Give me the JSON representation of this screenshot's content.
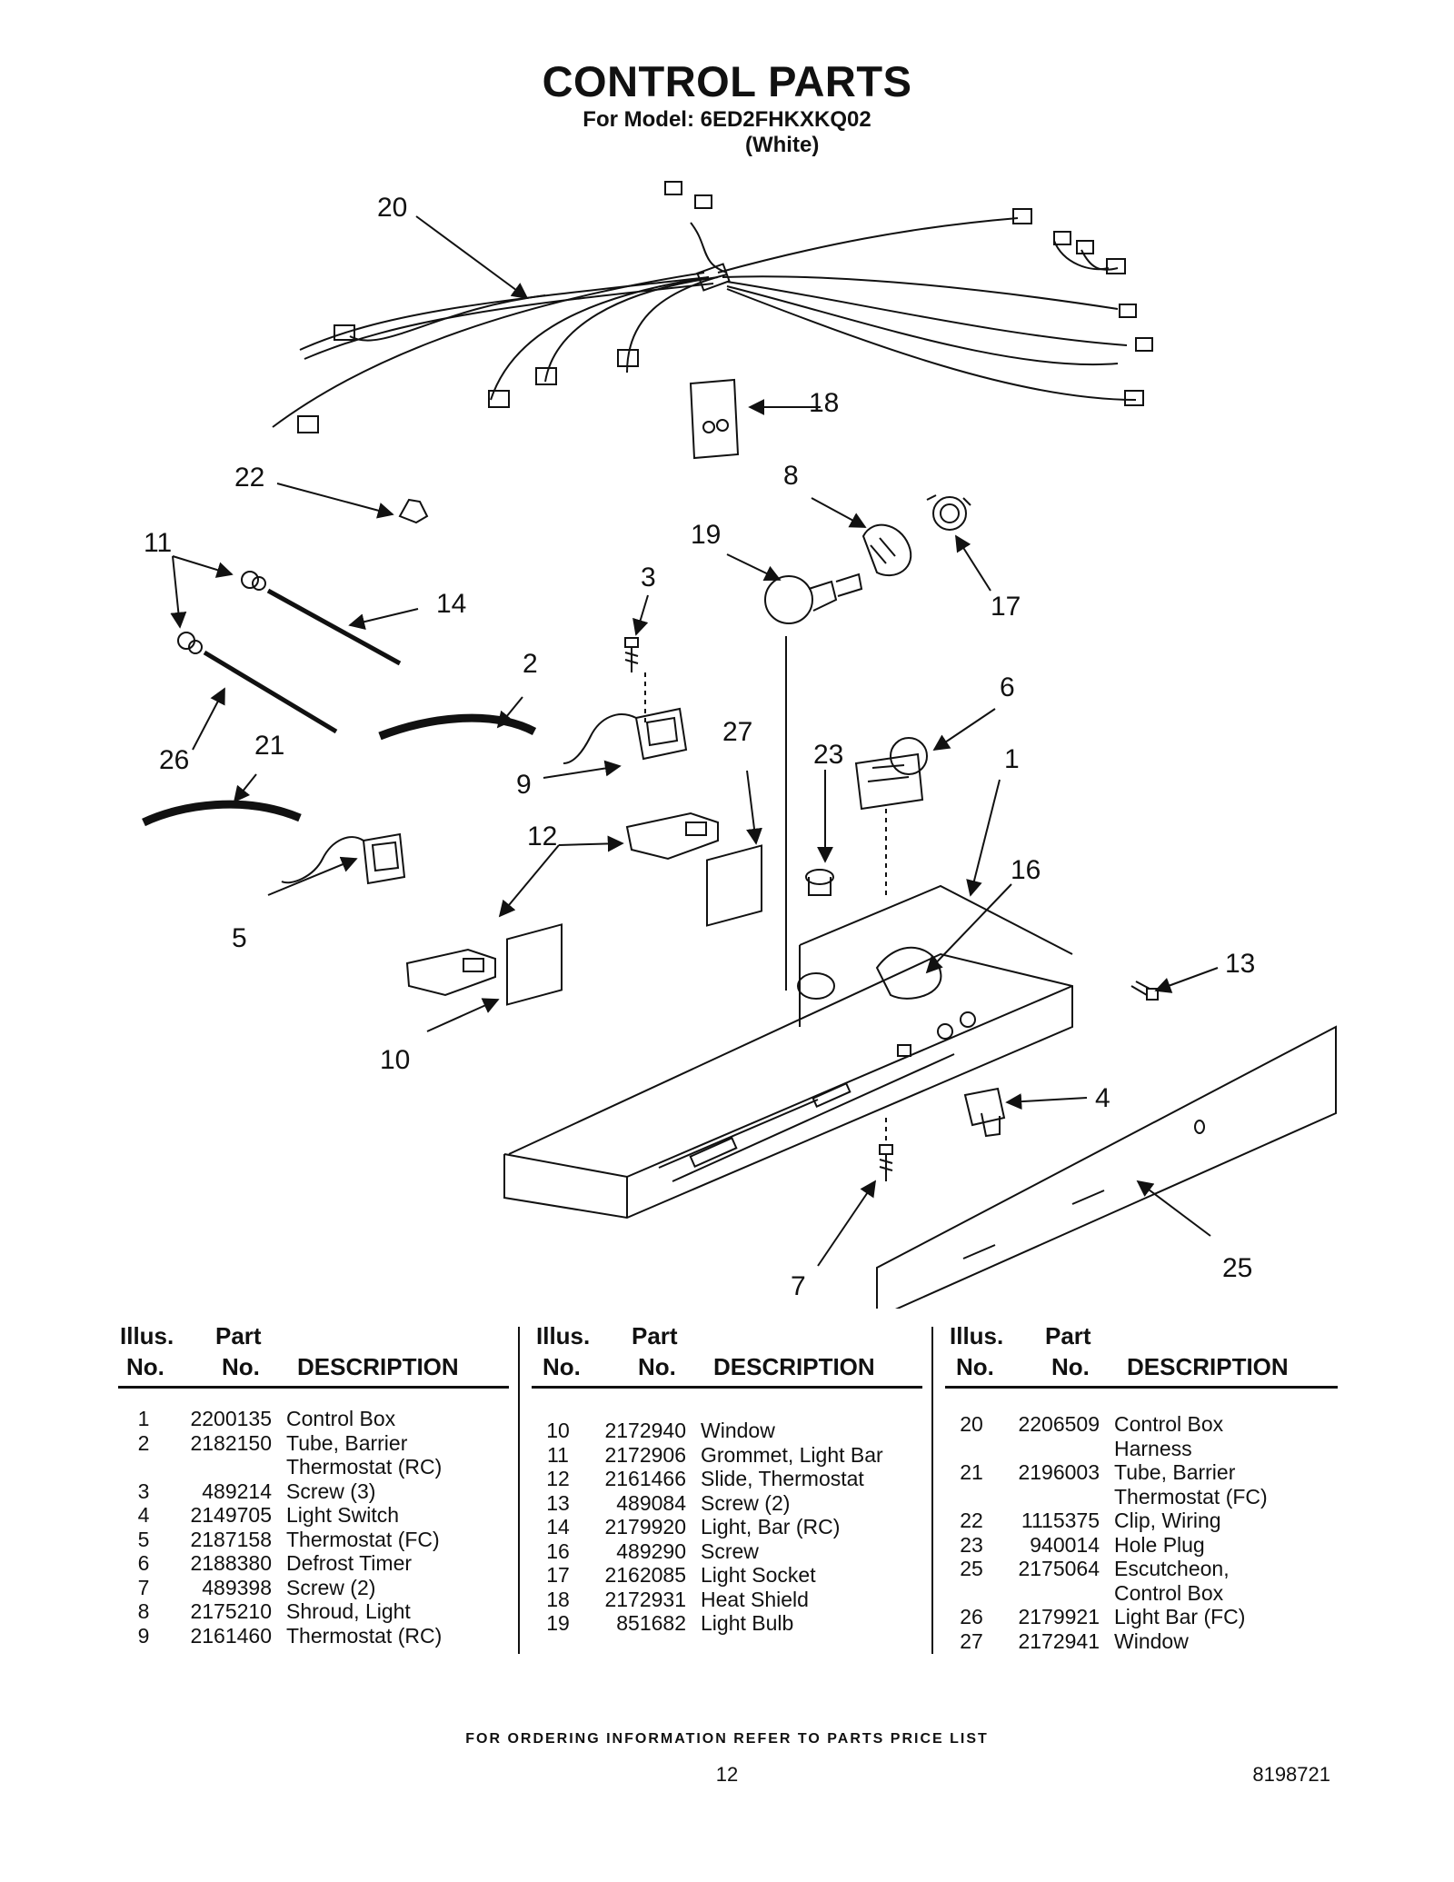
{
  "header": {
    "title": "CONTROL PARTS",
    "model_line": "For Model: 6ED2FHKXKQ02",
    "color_line": "(White)"
  },
  "diagram": {
    "callouts": [
      "20",
      "18",
      "22",
      "8",
      "19",
      "17",
      "11",
      "14",
      "3",
      "2",
      "6",
      "26",
      "21",
      "27",
      "9",
      "23",
      "1",
      "12",
      "16",
      "13",
      "5",
      "10",
      "4",
      "7",
      "25"
    ]
  },
  "table": {
    "headers": {
      "illus1": "Illus.",
      "illus2": "No.",
      "part1": "Part",
      "part2": "No.",
      "description": "DESCRIPTION"
    },
    "columns": [
      [
        {
          "no": "1",
          "part": "2200135",
          "desc": "Control Box"
        },
        {
          "no": "2",
          "part": "2182150",
          "desc": "Tube, Barrier"
        },
        {
          "no": "",
          "part": "",
          "desc": "Thermostat (RC)"
        },
        {
          "no": "3",
          "part": "489214",
          "desc": "Screw (3)"
        },
        {
          "no": "4",
          "part": "2149705",
          "desc": "Light Switch"
        },
        {
          "no": "5",
          "part": "2187158",
          "desc": "Thermostat (FC)"
        },
        {
          "no": "6",
          "part": "2188380",
          "desc": "Defrost Timer"
        },
        {
          "no": "7",
          "part": "489398",
          "desc": "Screw (2)"
        },
        {
          "no": "8",
          "part": "2175210",
          "desc": "Shroud, Light"
        },
        {
          "no": "9",
          "part": "2161460",
          "desc": "Thermostat (RC)"
        }
      ],
      [
        {
          "no": "10",
          "part": "2172940",
          "desc": "Window"
        },
        {
          "no": "11",
          "part": "2172906",
          "desc": "Grommet, Light Bar"
        },
        {
          "no": "12",
          "part": "2161466",
          "desc": "Slide, Thermostat"
        },
        {
          "no": "13",
          "part": "489084",
          "desc": "Screw (2)"
        },
        {
          "no": "14",
          "part": "2179920",
          "desc": "Light, Bar (RC)"
        },
        {
          "no": "16",
          "part": "489290",
          "desc": "Screw"
        },
        {
          "no": "17",
          "part": "2162085",
          "desc": "Light Socket"
        },
        {
          "no": "18",
          "part": "2172931",
          "desc": "Heat Shield"
        },
        {
          "no": "19",
          "part": "851682",
          "desc": "Light Bulb"
        }
      ],
      [
        {
          "no": "20",
          "part": "2206509",
          "desc": "Control Box"
        },
        {
          "no": "",
          "part": "",
          "desc": "Harness"
        },
        {
          "no": "21",
          "part": "2196003",
          "desc": "Tube, Barrier"
        },
        {
          "no": "",
          "part": "",
          "desc": "Thermostat (FC)"
        },
        {
          "no": "22",
          "part": "1115375",
          "desc": "Clip, Wiring"
        },
        {
          "no": "23",
          "part": "940014",
          "desc": "Hole Plug"
        },
        {
          "no": "25",
          "part": "2175064",
          "desc": "Escutcheon,"
        },
        {
          "no": "",
          "part": "",
          "desc": "Control Box"
        },
        {
          "no": "26",
          "part": "2179921",
          "desc": "Light Bar (FC)"
        },
        {
          "no": "27",
          "part": "2172941",
          "desc": "Window"
        }
      ]
    ]
  },
  "footer": {
    "ordering_note": "FOR ORDERING INFORMATION REFER TO PARTS PRICE LIST",
    "page_number": "12",
    "document_number": "8198721"
  }
}
